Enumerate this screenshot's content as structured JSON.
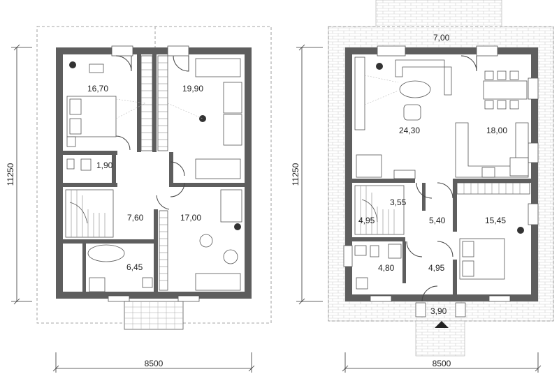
{
  "left_plan": {
    "rooms": [
      {
        "id": "bedroom-a",
        "area": "16,70"
      },
      {
        "id": "bedroom-b",
        "area": "19,90"
      },
      {
        "id": "wc",
        "area": "1,90"
      },
      {
        "id": "hall",
        "area": "7,60"
      },
      {
        "id": "bedroom-c",
        "area": "17,00"
      },
      {
        "id": "bathroom",
        "area": "6,45"
      }
    ],
    "width_dim": "8500",
    "height_dim": "11250"
  },
  "right_plan": {
    "terrace_area": "7,00",
    "rooms": [
      {
        "id": "living",
        "area": "24,30"
      },
      {
        "id": "kitchen",
        "area": "18,00"
      },
      {
        "id": "pantry",
        "area": "3,55"
      },
      {
        "id": "stairs",
        "area": "4,95"
      },
      {
        "id": "hall",
        "area": "5,40"
      },
      {
        "id": "bedroom",
        "area": "15,45"
      },
      {
        "id": "bathroom",
        "area": "4,80"
      },
      {
        "id": "entry",
        "area": "4,95"
      }
    ],
    "porch_area": "3,90",
    "width_dim": "8500",
    "height_dim": "11250"
  }
}
